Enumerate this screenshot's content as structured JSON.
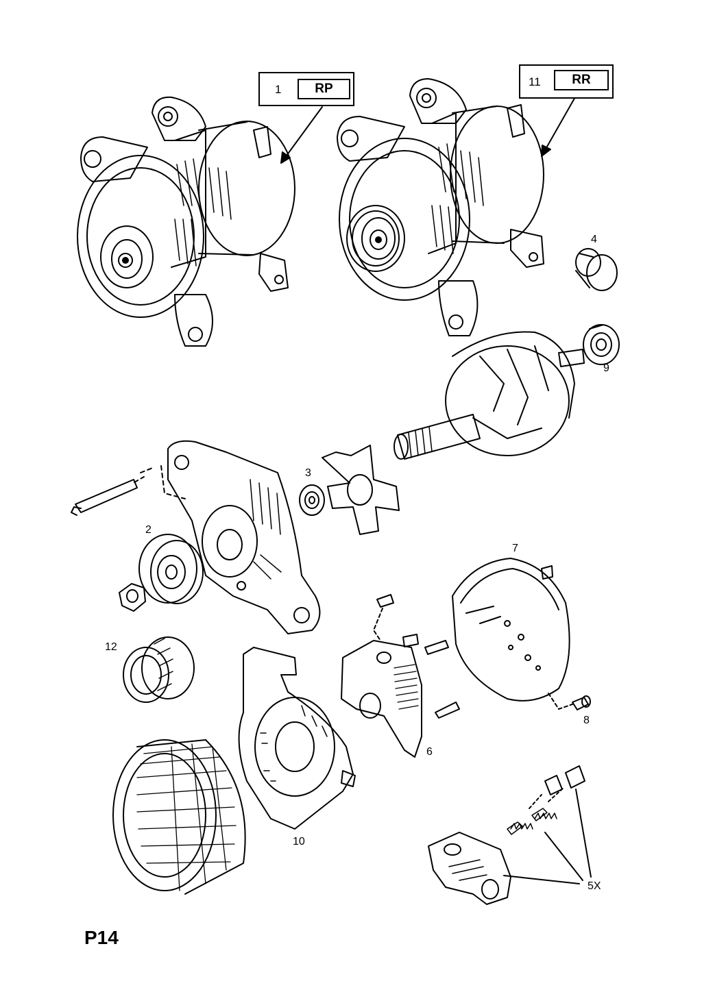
{
  "callouts": [
    {
      "number": "1",
      "code": "RP"
    },
    {
      "number": "11",
      "code": "RR"
    }
  ],
  "labels": {
    "p2": "2",
    "p3": "3",
    "p4": "4",
    "p6": "6",
    "p7": "7",
    "p8": "8",
    "p9": "9",
    "p10": "10",
    "p12": "12",
    "p5x": "5X"
  },
  "page_code": "P14"
}
